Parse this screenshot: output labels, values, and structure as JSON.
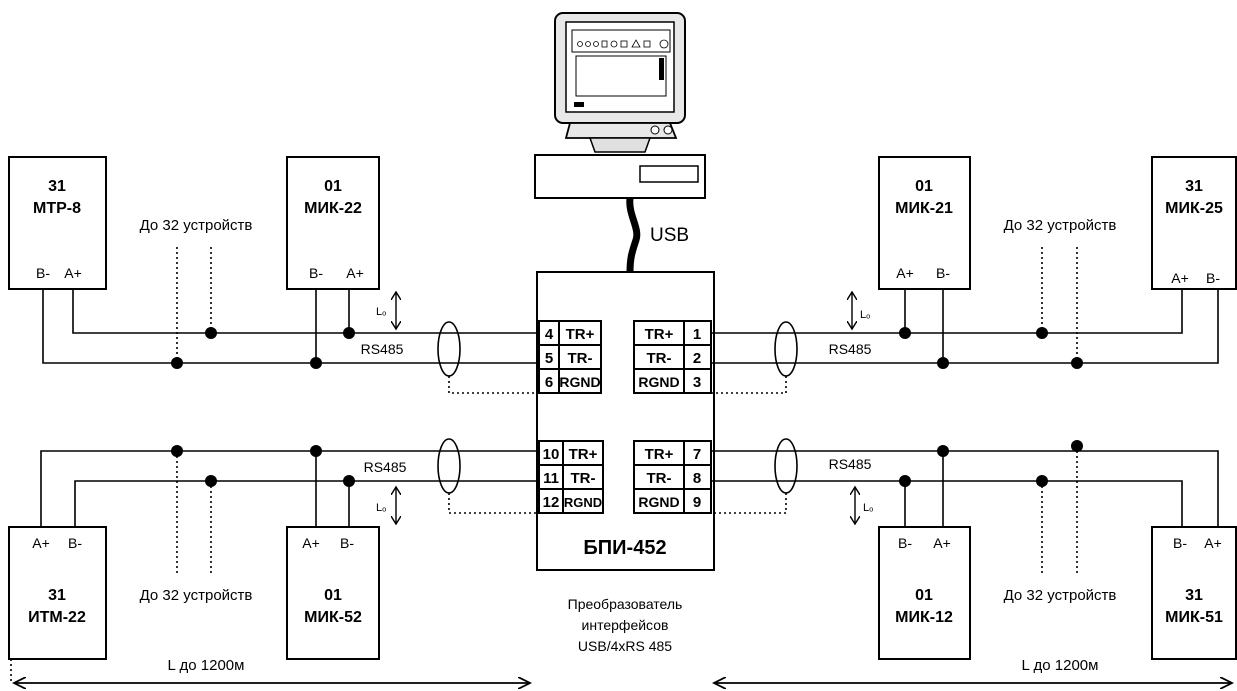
{
  "devices": {
    "top_left_outer": {
      "addr": "31",
      "model": "МТР-8",
      "pin1": "B-",
      "pin2": "A+"
    },
    "top_left_inner": {
      "addr": "01",
      "model": "МИК-22",
      "pin1": "B-",
      "pin2": "A+"
    },
    "top_right_inner": {
      "addr": "01",
      "model": "МИК-21",
      "pin1": "A+",
      "pin2": "B-"
    },
    "top_right_outer": {
      "addr": "31",
      "model": "МИК-25",
      "pin1": "A+",
      "pin2": "B-"
    },
    "bottom_left_outer": {
      "addr": "31",
      "model": "ИТМ-22",
      "pin1": "A+",
      "pin2": "B-"
    },
    "bottom_left_inner": {
      "addr": "01",
      "model": "МИК-52",
      "pin1": "A+",
      "pin2": "B-"
    },
    "bottom_right_inner": {
      "addr": "01",
      "model": "МИК-12",
      "pin1": "B-",
      "pin2": "A+"
    },
    "bottom_right_outer": {
      "addr": "31",
      "model": "МИК-51",
      "pin1": "B-",
      "pin2": "A+"
    }
  },
  "labels": {
    "up_to_32": "До 32 устройств",
    "rs485": "RS485",
    "usb": "USB",
    "lo": "Lₒ",
    "length": "L  до  1200м",
    "converter_name": "БПИ-452",
    "converter_desc_line1": "Преобразователь",
    "converter_desc_line2": "интерфейсов",
    "converter_desc_line3": "USB/4xRS 485"
  },
  "terminals": {
    "left": [
      {
        "num": "4",
        "sig": "TR+"
      },
      {
        "num": "5",
        "sig": "TR-"
      },
      {
        "num": "6",
        "sig": "RGND"
      },
      {
        "num": "10",
        "sig": "TR+"
      },
      {
        "num": "11",
        "sig": "TR-"
      },
      {
        "num": "12",
        "sig": "RGND"
      }
    ],
    "right": [
      {
        "num": "1",
        "sig": "TR+"
      },
      {
        "num": "2",
        "sig": "TR-"
      },
      {
        "num": "3",
        "sig": "RGND"
      },
      {
        "num": "7",
        "sig": "TR+"
      },
      {
        "num": "8",
        "sig": "TR-"
      },
      {
        "num": "9",
        "sig": "RGND"
      }
    ]
  },
  "icons": {
    "computer": "computer-icon"
  }
}
